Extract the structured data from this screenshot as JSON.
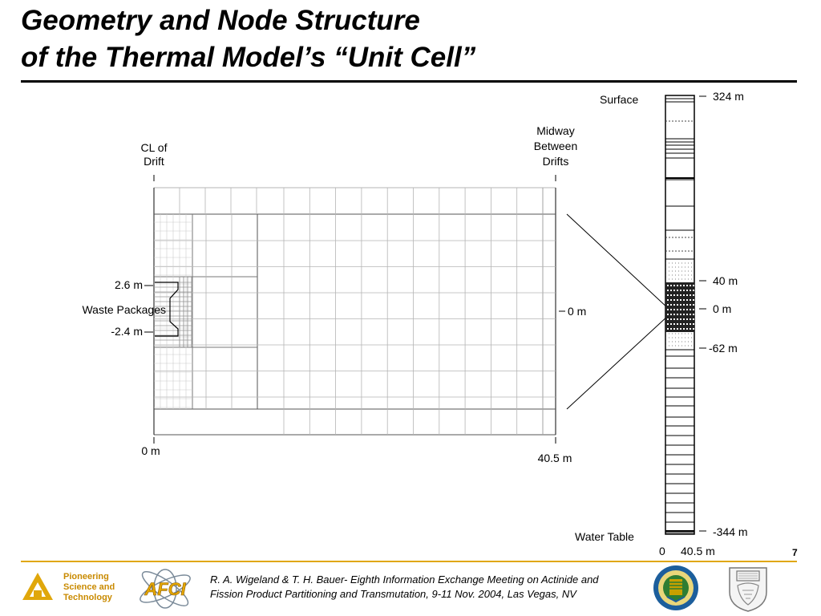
{
  "slide": {
    "title_line1": "Geometry and Node Structure",
    "title_line2": "of the Thermal Model’s “Unit Cell”",
    "page_number": "7"
  },
  "diagram": {
    "cl_label_line1": "CL of",
    "cl_label_line2": "Drift",
    "midway_line1": "Midway",
    "midway_line2": "Between",
    "midway_line3": "Drifts",
    "label_2_6": "2.6 m",
    "label_waste": "Waste Packages",
    "label_neg_2_4": "-2.4 m",
    "label_0m_left": "0 m",
    "label_0m_right": "0 m",
    "label_40_5_bottom": "40.5 m",
    "column": {
      "surface": "Surface",
      "label_324": "324 m",
      "label_40": "40 m",
      "label_0": "0 m",
      "label_neg62": "-62 m",
      "label_neg344": "-344 m",
      "water_table": "Water Table",
      "axis_0": "0",
      "axis_40_5": "40.5 m"
    }
  },
  "footer": {
    "citation_line1": "R. A. Wigeland & T. H. Bauer- Eighth Information Exchange Meeting on Actinide and",
    "citation_line2": "Fission Product Partitioning and Transmutation, 9-11 Nov. 2004, Las Vegas, NV",
    "logo_pst_line1": "Pioneering",
    "logo_pst_line2": "Science and",
    "logo_pst_line3": "Technology",
    "afci_text": "AFCI"
  },
  "colors": {
    "accent_gold": "#e0a70b",
    "grid": "#b0b0b0",
    "doe_green": "#2e7d32"
  }
}
